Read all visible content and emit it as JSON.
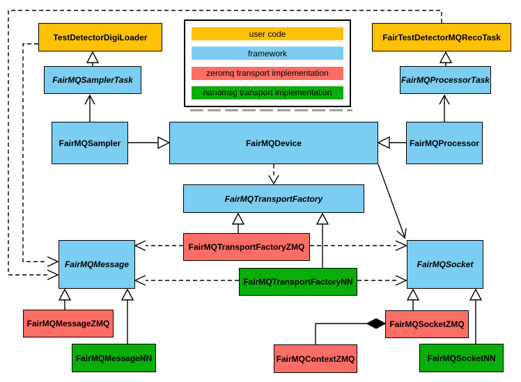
{
  "diagram": {
    "kind": "uml-class-diagram",
    "background": "#ffffff"
  },
  "colors": {
    "user_code": "#FFC107",
    "framework": "#7BCDF1",
    "zeromq": "#FA6E66",
    "nanomsg": "#0AAE0A",
    "line": "#000000",
    "legend_shadow": "#9e9e9e"
  },
  "legend": {
    "items": [
      {
        "label": "user code",
        "color": "#FFC107"
      },
      {
        "label": "framework",
        "color": "#7BCDF1"
      },
      {
        "label": "zeromq transport implementation",
        "color": "#FA6E66"
      },
      {
        "label": "nanomsg transport implementation",
        "color": "#0AAE0A"
      }
    ]
  },
  "nodes": {
    "test_detector_digi_loader": {
      "label": "TestDetectorDigiLoader",
      "category": "user_code",
      "abstract": false
    },
    "fair_test_detector_mq_reco_task": {
      "label": "FairTestDetectorMQRecoTask",
      "category": "user_code",
      "abstract": false
    },
    "fair_mq_sampler_task": {
      "label": "FairMQSamplerTask",
      "category": "framework",
      "abstract": true
    },
    "fair_mq_processor_task": {
      "label": "FairMQProcessorTask",
      "category": "framework",
      "abstract": true
    },
    "fair_mq_sampler": {
      "label": "FairMQSampler",
      "category": "framework",
      "abstract": false
    },
    "fair_mq_device": {
      "label": "FairMQDevice",
      "category": "framework",
      "abstract": false
    },
    "fair_mq_processor": {
      "label": "FairMQProcessor",
      "category": "framework",
      "abstract": false
    },
    "fair_mq_transport_factory": {
      "label": "FairMQTransportFactory",
      "category": "framework",
      "abstract": true
    },
    "fair_mq_transport_factory_zmq": {
      "label": "FairMQTransportFactoryZMQ",
      "category": "zeromq",
      "abstract": false
    },
    "fair_mq_transport_factory_nn": {
      "label": "FairMQTransportFactoryNN",
      "category": "nanomsg",
      "abstract": false
    },
    "fair_mq_message": {
      "label": "FairMQMessage",
      "category": "framework",
      "abstract": true
    },
    "fair_mq_socket": {
      "label": "FairMQSocket",
      "category": "framework",
      "abstract": true
    },
    "fair_mq_message_zmq": {
      "label": "FairMQMessageZMQ",
      "category": "zeromq",
      "abstract": false
    },
    "fair_mq_message_nn": {
      "label": "FairMQMessageNN",
      "category": "nanomsg",
      "abstract": false
    },
    "fair_mq_context_zmq": {
      "label": "FairMQContextZMQ",
      "category": "zeromq",
      "abstract": false
    },
    "fair_mq_socket_zmq": {
      "label": "FairMQSocketZMQ",
      "category": "zeromq",
      "abstract": false
    },
    "fair_mq_socket_nn": {
      "label": "FairMQSocketNN",
      "category": "nanomsg",
      "abstract": false
    }
  },
  "relationships": [
    {
      "from": "FairMQSamplerTask",
      "to": "TestDetectorDigiLoader",
      "arrow": "hollow-triangle",
      "line": "solid"
    },
    {
      "from": "FairMQSampler",
      "to": "FairMQSamplerTask",
      "arrow": "open",
      "line": "solid"
    },
    {
      "from": "FairMQProcessorTask",
      "to": "FairTestDetectorMQRecoTask",
      "arrow": "hollow-triangle",
      "line": "solid"
    },
    {
      "from": "FairMQProcessor",
      "to": "FairMQProcessorTask",
      "arrow": "open",
      "line": "solid"
    },
    {
      "from": "FairMQSampler",
      "to": "FairMQDevice",
      "arrow": "hollow-triangle",
      "line": "solid"
    },
    {
      "from": "FairMQProcessor",
      "to": "FairMQDevice",
      "arrow": "hollow-triangle",
      "line": "solid"
    },
    {
      "from": "FairMQDevice",
      "to": "FairMQTransportFactory",
      "arrow": "open",
      "line": "dashed"
    },
    {
      "from": "FairMQDevice",
      "to": "FairMQSocket",
      "arrow": "open",
      "line": "solid"
    },
    {
      "from": "FairMQTransportFactoryZMQ",
      "to": "FairMQTransportFactory",
      "arrow": "hollow-triangle",
      "line": "solid"
    },
    {
      "from": "FairMQTransportFactoryNN",
      "to": "FairMQTransportFactory",
      "arrow": "hollow-triangle",
      "line": "solid"
    },
    {
      "from": "TestDetectorDigiLoader",
      "to": "FairMQMessage",
      "arrow": "open",
      "line": "dashed"
    },
    {
      "from": "FairTestDetectorMQRecoTask",
      "to": "FairMQMessage",
      "arrow": "open",
      "line": "dashed"
    },
    {
      "from": "FairMQTransportFactoryZMQ",
      "to": "FairMQMessage",
      "arrow": "open",
      "line": "dashed"
    },
    {
      "from": "FairMQTransportFactoryZMQ",
      "to": "FairMQSocket",
      "arrow": "open",
      "line": "dashed"
    },
    {
      "from": "FairMQTransportFactoryNN",
      "to": "FairMQMessage",
      "arrow": "open",
      "line": "dashed"
    },
    {
      "from": "FairMQTransportFactoryNN",
      "to": "FairMQSocket",
      "arrow": "open",
      "line": "dashed"
    },
    {
      "from": "FairMQMessageZMQ",
      "to": "FairMQMessage",
      "arrow": "hollow-triangle",
      "line": "solid"
    },
    {
      "from": "FairMQMessageNN",
      "to": "FairMQMessage",
      "arrow": "hollow-triangle",
      "line": "solid"
    },
    {
      "from": "FairMQSocketZMQ",
      "to": "FairMQSocket",
      "arrow": "hollow-triangle",
      "line": "solid"
    },
    {
      "from": "FairMQSocketNN",
      "to": "FairMQSocket",
      "arrow": "hollow-triangle",
      "line": "solid"
    },
    {
      "from": "FairMQContextZMQ",
      "to": "FairMQSocketZMQ",
      "arrow": "filled-diamond",
      "line": "solid"
    }
  ]
}
